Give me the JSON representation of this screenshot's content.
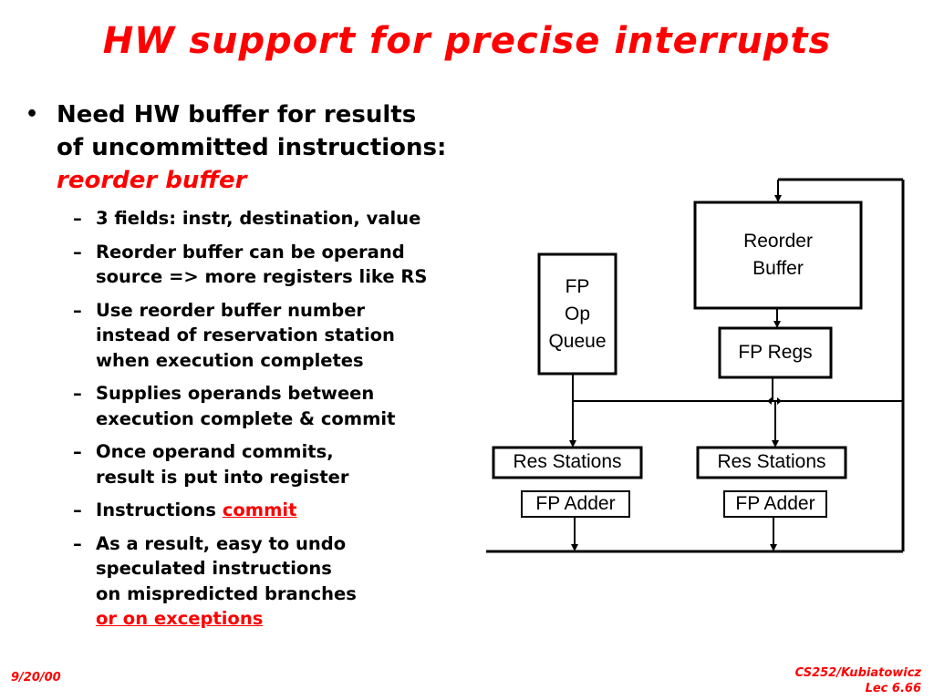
{
  "slide": {
    "title": "HW support for precise interrupts"
  },
  "main_bullet": {
    "marker": "•",
    "line1": "Need HW buffer for results",
    "line2": "of uncommitted instructions:",
    "emphasis": "reorder buffer"
  },
  "sub_bullets": [
    {
      "marker": "–",
      "lines": [
        "3 fields: instr, destination, value"
      ]
    },
    {
      "marker": "–",
      "lines": [
        "Reorder buffer can be operand",
        "source => more registers like RS"
      ]
    },
    {
      "marker": "–",
      "lines": [
        "Use reorder buffer number",
        "instead of reservation station",
        "when execution completes"
      ]
    },
    {
      "marker": "–",
      "lines": [
        "Supplies operands between",
        "execution complete & commit"
      ]
    },
    {
      "marker": "–",
      "lines": [
        "Once operand commits,",
        "result is put into register"
      ]
    },
    {
      "marker": "–",
      "prefix": "Instructions ",
      "highlight": "commit"
    },
    {
      "marker": "–",
      "lines": [
        "As a result, easy to undo",
        "speculated instructions",
        "on mispredicted branches"
      ],
      "highlight": "or on exceptions"
    }
  ],
  "diagram": {
    "reorder_buffer": [
      "Reorder",
      "Buffer"
    ],
    "fp_op_queue": [
      "FP",
      "Op",
      "Queue"
    ],
    "fp_regs": "FP Regs",
    "res_stations_left": "Res Stations",
    "res_stations_right": "Res Stations",
    "fp_adder_left": "FP Adder",
    "fp_adder_right": "FP Adder"
  },
  "footer": {
    "date": "9/20/00",
    "course": "CS252/Kubiatowicz",
    "lecture": "Lec 6.66"
  },
  "colors": {
    "accent": "#ff0000",
    "text": "#000000",
    "background": "#ffffff"
  }
}
